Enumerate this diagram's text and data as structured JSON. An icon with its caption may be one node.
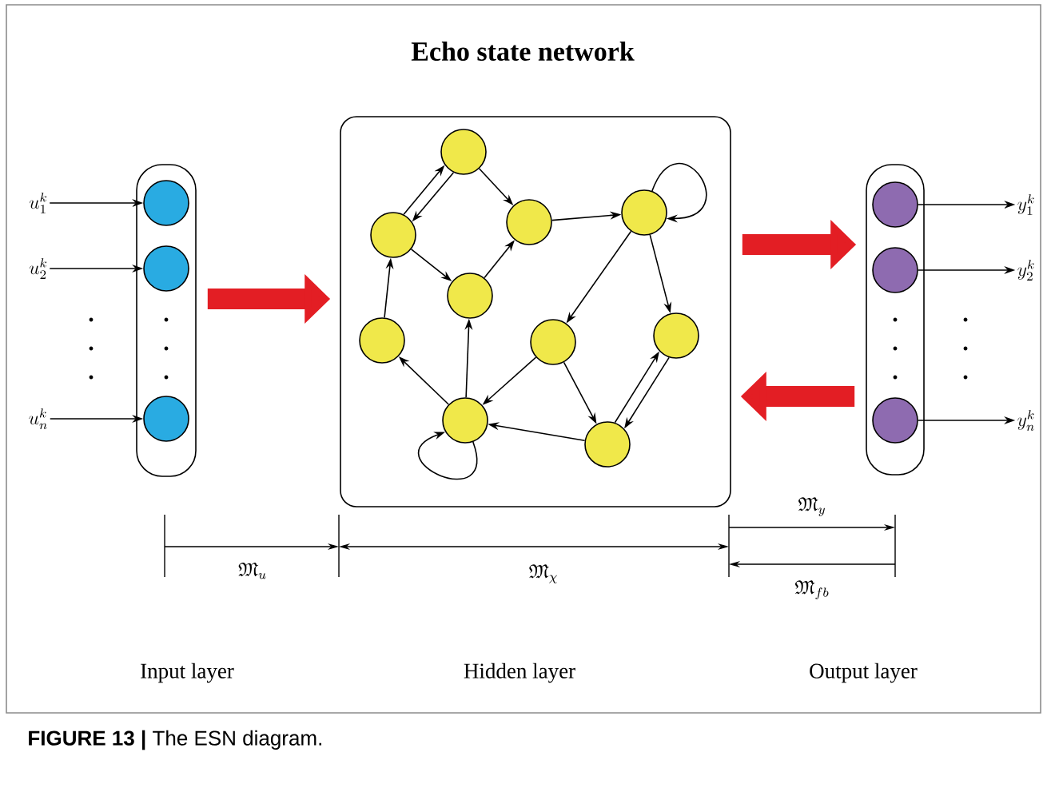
{
  "diagram": {
    "title": "Echo state network",
    "caption": "**FIGURE 13 |** The ESN diagram.",
    "nodes": [
      {
        "text": [],
        "shape": "box"
      },
      {
        "text": [],
        "shape": "circle",
        "in": 0
      },
      {
        "text": [],
        "shape": "circle",
        "in": 0
      },
      {
        "text": [],
        "shape": "circle",
        "in": 0
      },
      {
        "text": [],
        "shape": "box"
      },
      {
        "text": [],
        "shape": "circle",
        "in": 4
      },
      {
        "text": [],
        "shape": "circle",
        "in": 4
      },
      {
        "text": [],
        "shape": "circle",
        "in": 4
      },
      {
        "text": [],
        "shape": "circle",
        "in": 4
      },
      {
        "text": [],
        "shape": "circle",
        "in": 4
      },
      {
        "text": [],
        "shape": "circle",
        "in": 4
      },
      {
        "text": [],
        "shape": "circle",
        "in": 4
      },
      {
        "text": [],
        "shape": "circle",
        "in": 4
      },
      {
        "text": [],
        "shape": "circle",
        "in": 4
      },
      {
        "text": [],
        "shape": "circle",
        "in": 4
      },
      {
        "text": [],
        "shape": "box"
      },
      {
        "text": [],
        "shape": "circle",
        "in": 15
      },
      {
        "text": [],
        "shape": "circle",
        "in": 15
      },
      {
        "text": [],
        "shape": "circle",
        "in": 15
      },
      {
        "text": [
          "u_{1}^{k}"
        ]
      },
      {
        "text": [
          "u_{2}^{k}"
        ]
      },
      {
        "text": [
          "u_{n}^{k}"
        ]
      },
      {
        "text": [
          "y_{1}^{k}"
        ]
      },
      {
        "text": [
          "y_{2}^{k}"
        ]
      },
      {
        "text": [
          "y_{n}^{k}"
        ]
      }
    ],
    "edges": [
      {
        "from": 19,
        "to": 1,
        "arrow": "to"
      },
      {
        "from": 20,
        "to": 2,
        "arrow": "to"
      },
      {
        "from": 21,
        "to": 3,
        "arrow": "to"
      },
      {
        "from": 0,
        "to": 4,
        "arrow": "to",
        "style": "thick",
        "color": "#e31e24"
      },
      {
        "from": 4,
        "to": 15,
        "arrow": "to",
        "style": "thick",
        "color": "#e31e24"
      },
      {
        "from": 15,
        "to": 4,
        "arrow": "to",
        "style": "thick",
        "color": "#e31e24"
      },
      {
        "from": 6,
        "to": 5,
        "arrow": "to"
      },
      {
        "from": 5,
        "to": 6,
        "arrow": "to"
      },
      {
        "from": 5,
        "to": 7,
        "arrow": "to"
      },
      {
        "from": 6,
        "to": 9,
        "arrow": "to"
      },
      {
        "from": 9,
        "to": 7,
        "arrow": "to"
      },
      {
        "from": 7,
        "to": 8,
        "arrow": "to"
      },
      {
        "from": 8,
        "to": 8,
        "arrow": "to"
      },
      {
        "from": 8,
        "to": 11,
        "arrow": "to"
      },
      {
        "from": 8,
        "to": 12,
        "arrow": "to"
      },
      {
        "from": 10,
        "to": 6,
        "arrow": "to"
      },
      {
        "from": 13,
        "to": 10,
        "arrow": "to"
      },
      {
        "from": 13,
        "to": 9,
        "arrow": "to"
      },
      {
        "from": 11,
        "to": 13,
        "arrow": "to"
      },
      {
        "from": 11,
        "to": 14,
        "arrow": "to"
      },
      {
        "from": 14,
        "to": 13,
        "arrow": "to"
      },
      {
        "from": 14,
        "to": 12,
        "arrow": "to"
      },
      {
        "from": 12,
        "to": 14,
        "arrow": "to"
      },
      {
        "from": 13,
        "to": 13,
        "arrow": "to"
      },
      {
        "from": 16,
        "to": 22,
        "arrow": "to"
      },
      {
        "from": 17,
        "to": 23,
        "arrow": "to"
      },
      {
        "from": 18,
        "to": 24,
        "arrow": "to"
      }
    ],
    "labels": [
      "\\mathfrak{M}_{y}",
      "\\mathfrak{M}_{u}",
      "\\mathfrak{M}_{\\chi}",
      "\\mathfrak{M}_{fb}",
      "Input layer",
      "Hidden layer",
      "Output layer"
    ]
  }
}
